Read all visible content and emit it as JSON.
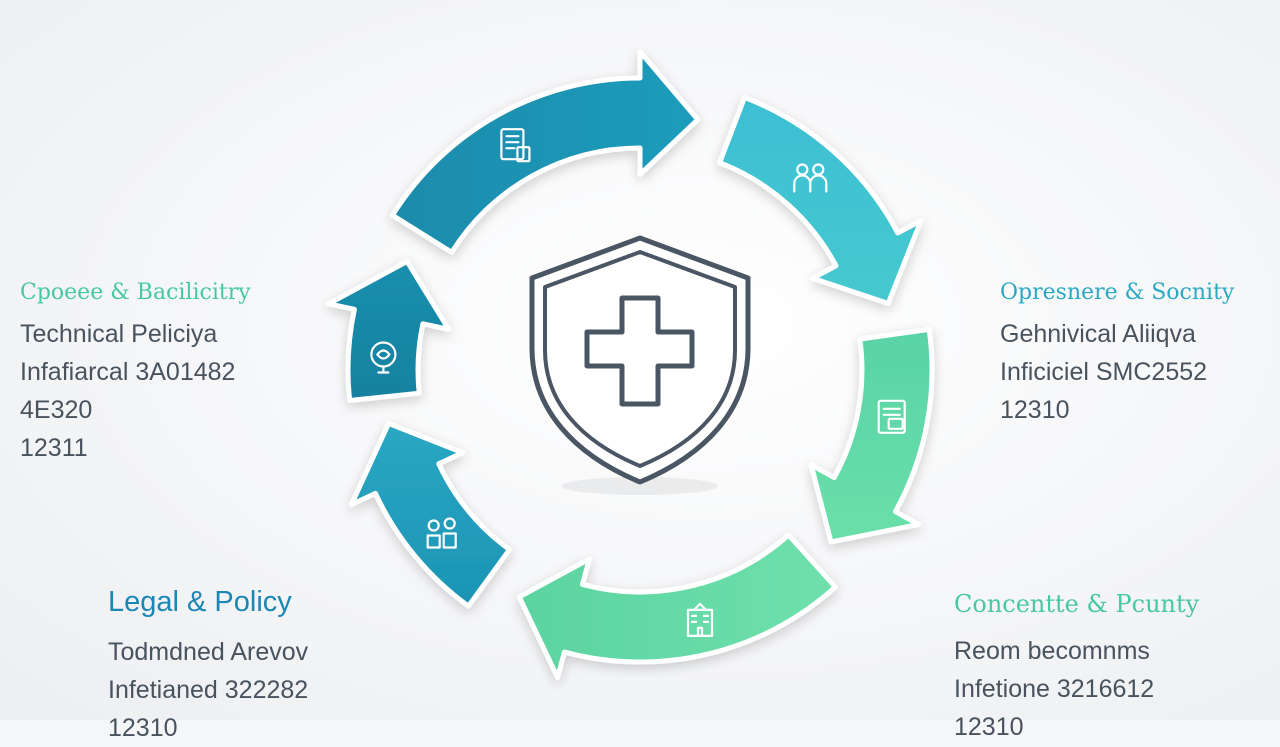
{
  "colors": {
    "teal_dark": "#1c8fae",
    "teal_mid": "#2aa9c4",
    "teal_light": "#3ec1d2",
    "green": "#5dd7a1",
    "green_light": "#8ae8b9",
    "shield": "#4a5663",
    "label_teal": "#1c87b4",
    "label_green": "#47c8a3"
  },
  "center": {
    "icon": "shield-cross-icon"
  },
  "arrows": [
    {
      "icon": "document-icon"
    },
    {
      "icon": "people-icon"
    },
    {
      "icon": "clipboard-icon"
    },
    {
      "icon": "building-icon"
    },
    {
      "icon": "team-icon"
    },
    {
      "icon": "lightbulb-icon"
    }
  ],
  "panels": {
    "left": {
      "heading": "Cpoeee & Bacilicitry",
      "lines": [
        "Technical Peliciya",
        "Infafiarcal 3A01482",
        "4E320",
        "12311"
      ]
    },
    "right": {
      "heading": "Opresnere & Socnity",
      "lines": [
        "Gehnivical Aliiqva",
        "Inficiciel SMC2552",
        "12310"
      ]
    },
    "bottom_left": {
      "heading": "Legal & Policy",
      "lines": [
        "Todmdned Arevov",
        "Infetianed 322282",
        "12310"
      ]
    },
    "bottom_right": {
      "heading": "Concentte & Pcunty",
      "lines": [
        "Reom becomnms",
        "Infetione 3216612",
        "12310"
      ]
    }
  }
}
